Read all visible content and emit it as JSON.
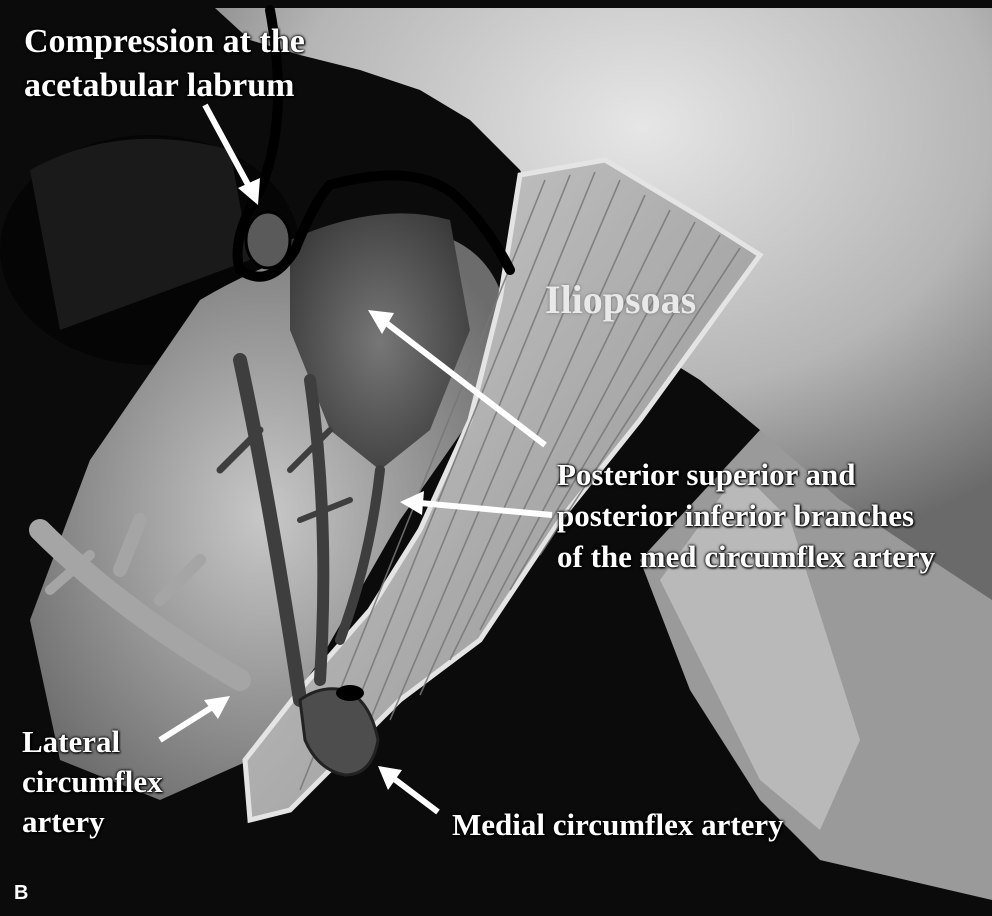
{
  "figure": {
    "panel_letter": "B",
    "colors": {
      "frame": "#0b0b0b",
      "bone_light": "#d9d9d9",
      "muscle": "#9c9c9c",
      "artery": "#4a4a4a",
      "arrow": "#ffffff",
      "label_text": "#ffffff",
      "labrum_line": "#000000"
    }
  },
  "labels": {
    "compression": [
      "Compression at the",
      "acetabular labrum"
    ],
    "iliopsoas": "Iliopsoas",
    "posterior_branches": [
      "Posterior superior and",
      "posterior inferior branches",
      "of the med circumflex artery"
    ],
    "lateral_circumflex": [
      "Lateral",
      "circumflex",
      "artery"
    ],
    "medial_circumflex": "Medial circumflex artery"
  }
}
